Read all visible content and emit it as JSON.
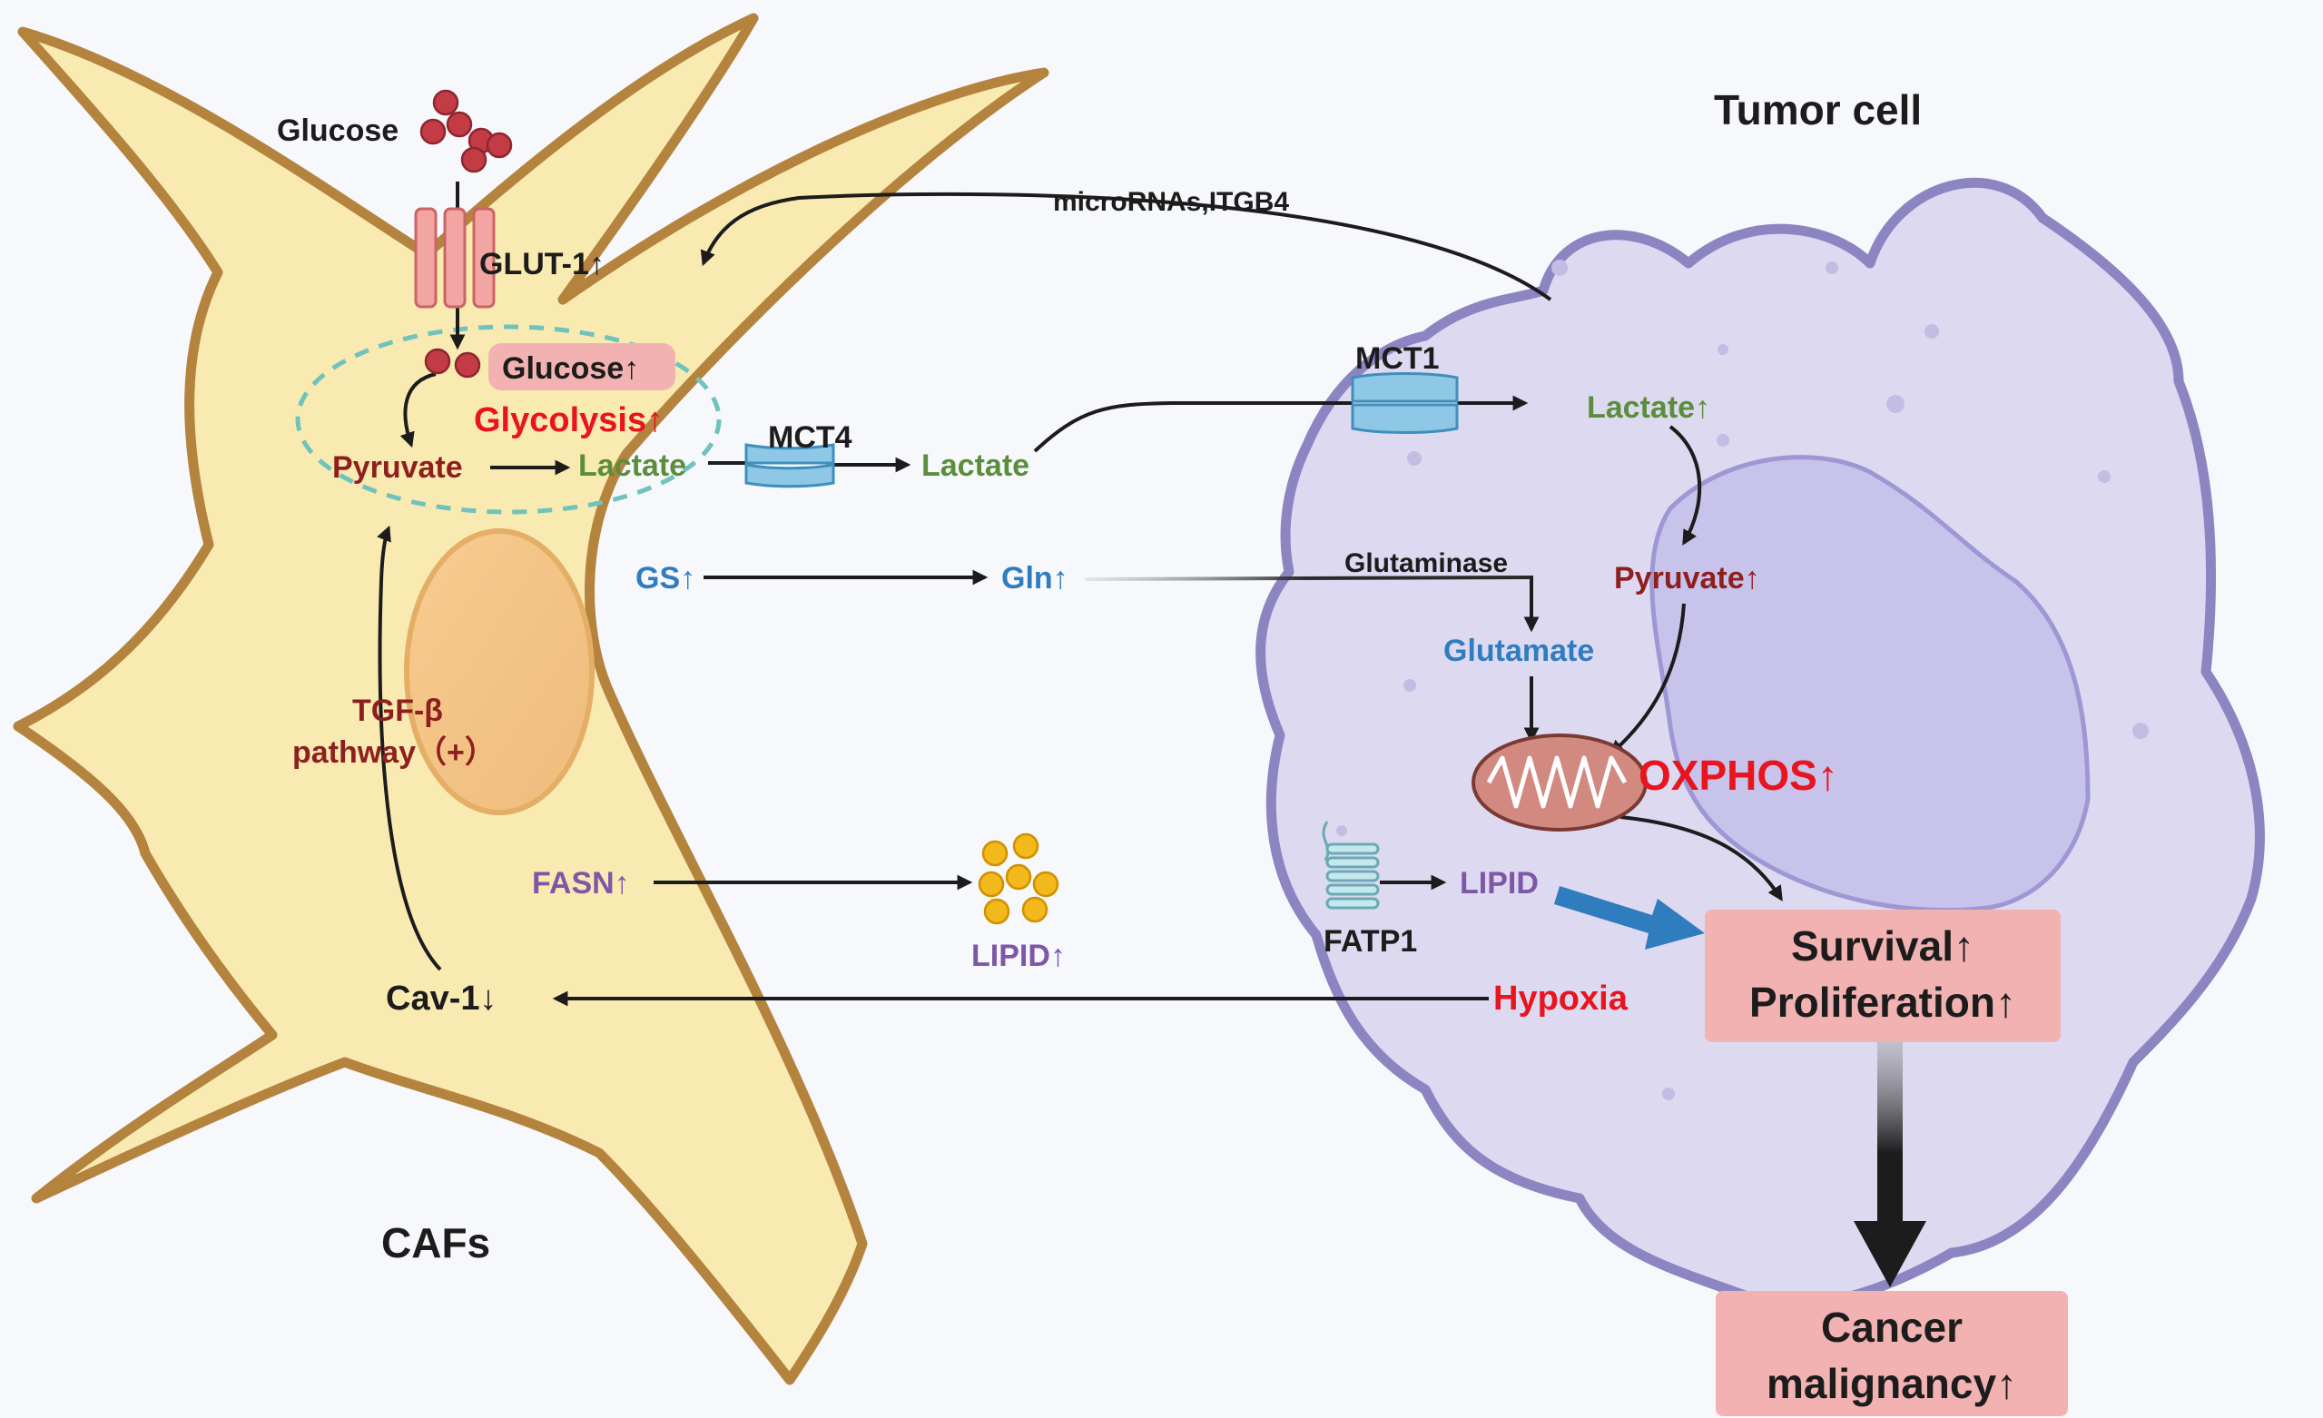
{
  "colors": {
    "caf_fill": "#f9eab2",
    "caf_outline": "#b4833e",
    "tumor_fill": "#ddd9f1",
    "tumor_outline": "#8c85c2",
    "nucleus_tumor": "#c7c3ea",
    "glucose": "#c33b45",
    "lactate_green": "#5b8e3c",
    "pyruvate_red": "#8f1f1f",
    "glutamine_blue": "#2f7dbf",
    "lipid_purple": "#7e57a6",
    "lipid_yellow": "#f3b81c",
    "alert_red": "#e8141e",
    "box_pink": "#f2b2b2",
    "transporter_blue": "#8fc8e6",
    "blue_arrow": "#2f7dbf"
  },
  "labels": {
    "tumor_cell": "Tumor cell",
    "cafs": "CAFs",
    "glucose_outside": "Glucose",
    "glut1": "GLUT-1↑",
    "glucose_up": "Glucose↑",
    "glycolysis": "Glycolysis↑",
    "pyruvate_caf": "Pyruvate",
    "lactate_caf": "Lactate",
    "mct4": "MCT4",
    "lactate_mid": "Lactate",
    "microrna": "microRNAs,ITGB4",
    "mct1": "MCT1",
    "lactate_tumor": "Lactate↑",
    "pyruvate_tumor": "Pyruvate↑",
    "gs": "GS↑",
    "gln": "Gln↑",
    "glutaminase": "Glutaminase",
    "glutamate": "Glutamate",
    "oxphos": "OXPHOS↑",
    "tgf_line1": "TGF-β",
    "tgf_line2": "pathway（+）",
    "fasn": "FASN↑",
    "lipid_mid": "LIPID↑",
    "fatp1": "FATP1",
    "lipid_tumor": "LIPID",
    "cav1": "Cav-1↓",
    "hypoxia": "Hypoxia",
    "survival": "Survival↑",
    "proliferation": "Proliferation↑",
    "cancer_line1": "Cancer",
    "cancer_line2": "malignancy↑"
  }
}
